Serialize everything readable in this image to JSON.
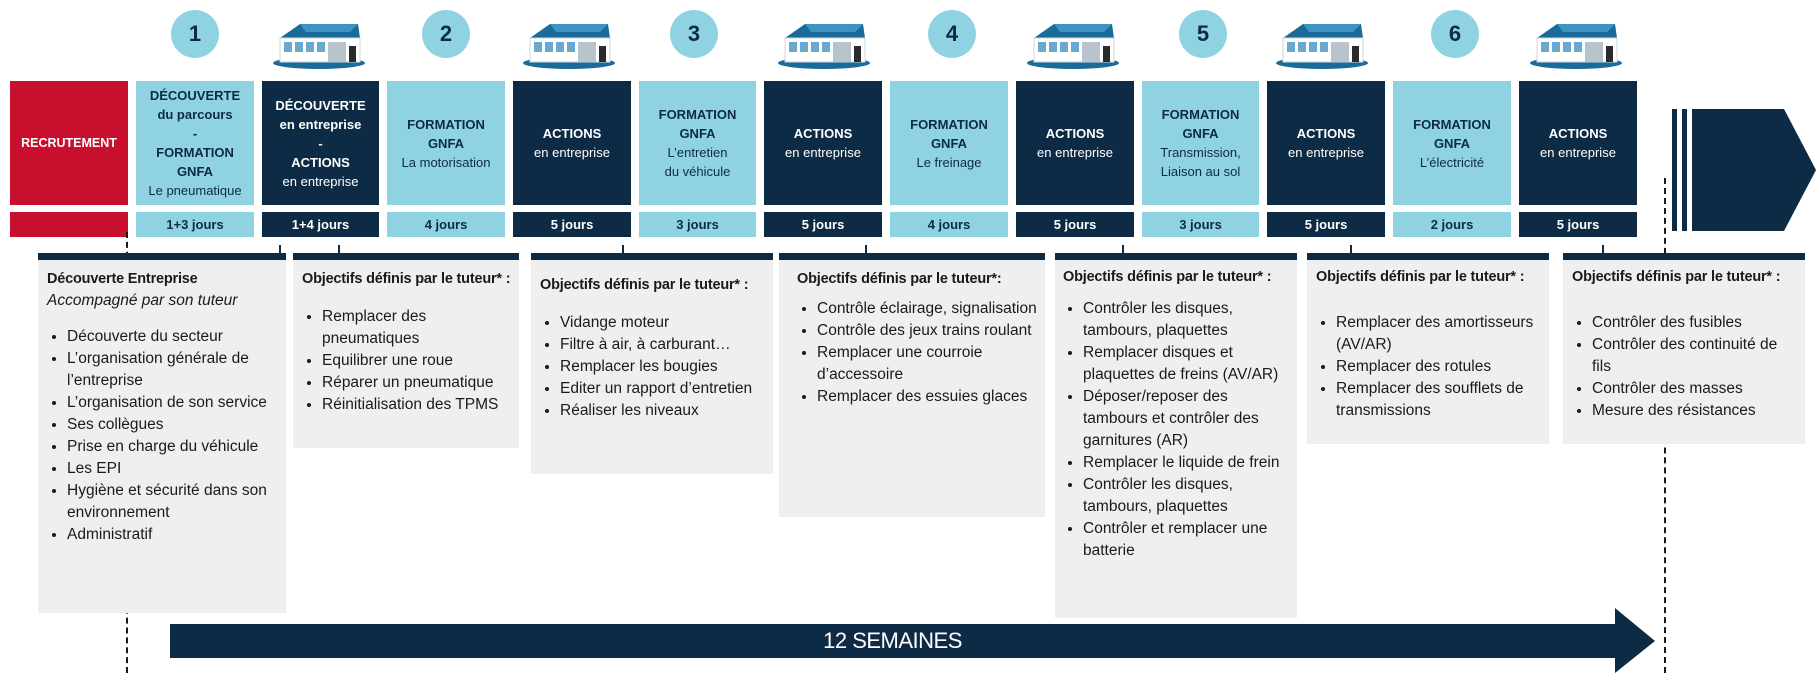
{
  "colors": {
    "dark": "#0d2b45",
    "light": "#8fd3e3",
    "red": "#c8102e",
    "card": "#efefef"
  },
  "steps": [
    {
      "num": "1",
      "building": "building-icon"
    },
    {
      "num": "2",
      "building": "building-icon"
    },
    {
      "num": "3",
      "building": "building-icon"
    },
    {
      "num": "4",
      "building": "building-icon"
    },
    {
      "num": "5",
      "building": "building-icon"
    },
    {
      "num": "6",
      "building": "building-icon"
    }
  ],
  "recrutement": "RECRUTEMENT",
  "boxes": [
    {
      "l1": "DÉCOUVERTE",
      "l2": "du parcours",
      "l3": "-",
      "l4": "FORMATION",
      "l5": "GNFA",
      "l6": "Le pneumatique",
      "duration": "1+3 jours"
    },
    {
      "l1": "DÉCOUVERTE",
      "l2": "en entreprise",
      "l3": "-",
      "l4": "ACTIONS",
      "l5": "en entreprise",
      "duration": "1+4 jours"
    },
    {
      "l1": "FORMATION",
      "l2": "GNFA",
      "l3": "La motorisation",
      "duration": "4 jours"
    },
    {
      "l1": "ACTIONS",
      "l2": "en entreprise",
      "duration": "5 jours"
    },
    {
      "l1": "FORMATION",
      "l2": "GNFA",
      "l3": "L’entretien",
      "l4": "du véhicule",
      "duration": "3 jours"
    },
    {
      "l1": "ACTIONS",
      "l2": "en entreprise",
      "duration": "5 jours"
    },
    {
      "l1": "FORMATION",
      "l2": "GNFA",
      "l3": "Le freinage",
      "duration": "4 jours"
    },
    {
      "l1": "ACTIONS",
      "l2": "en entreprise",
      "duration": "5 jours"
    },
    {
      "l1": "FORMATION",
      "l2": "GNFA",
      "l3": "Transmission,",
      "l4": "Liaison au sol",
      "duration": "3 jours"
    },
    {
      "l1": "ACTIONS",
      "l2": "en entreprise",
      "duration": "5 jours"
    },
    {
      "l1": "FORMATION",
      "l2": "GNFA",
      "l3": "L’électricité",
      "duration": "2 jours"
    },
    {
      "l1": "ACTIONS",
      "l2": "en entreprise",
      "duration": "5 jours"
    }
  ],
  "cards": [
    {
      "title": "Découverte Entreprise",
      "subtitle": "Accompagné par son tuteur",
      "items": [
        "Découverte du secteur",
        "L’organisation générale de l’entreprise",
        "L’organisation de son service",
        "Ses collègues",
        "Prise en charge du véhicule",
        "Les EPI",
        "Hygiène et sécurité dans son environnement",
        "Administratif"
      ]
    },
    {
      "title": "Objectifs définis par le tuteur* :",
      "items": [
        "Remplacer des pneumatiques",
        "Equilibrer une roue",
        "Réparer un pneumatique",
        "Réinitialisation des TPMS"
      ]
    },
    {
      "title": "Objectifs définis par le tuteur* :",
      "items": [
        "Vidange moteur",
        "Filtre à air, à carburant…",
        "Remplacer les bougies",
        "Editer un rapport d’entretien",
        "Réaliser les niveaux"
      ]
    },
    {
      "title": "Objectifs définis par le tuteur*:",
      "items": [
        "Contrôle éclairage, signalisation",
        "Contrôle des jeux trains roulant",
        "Remplacer une courroie d’accessoire",
        "Remplacer des essuies glaces"
      ]
    },
    {
      "title": "Objectifs définis par le tuteur* :",
      "items": [
        "Contrôler les disques, tambours, plaquettes",
        "Remplacer disques et plaquettes de freins (AV/AR)",
        "Déposer/reposer des tambours et contrôler des garnitures (AR)",
        "Remplacer le liquide de frein",
        "Contrôler les disques, tambours, plaquettes",
        "Contrôler et remplacer une batterie"
      ]
    },
    {
      "title": "Objectifs définis par le tuteur* :",
      "items": [
        "Remplacer des amortisseurs (AV/AR)",
        "Remplacer des rotules",
        "Remplacer des soufflets de transmissions"
      ]
    },
    {
      "title": "Objectifs définis par le tuteur* :",
      "items": [
        "Contrôler des fusibles",
        "Contrôler des continuité de fils",
        "Contrôler des masses",
        "Mesure des résistances"
      ]
    }
  ],
  "timeline_label": "12 SEMAINES",
  "next_arrow": "arrow-right-icon"
}
